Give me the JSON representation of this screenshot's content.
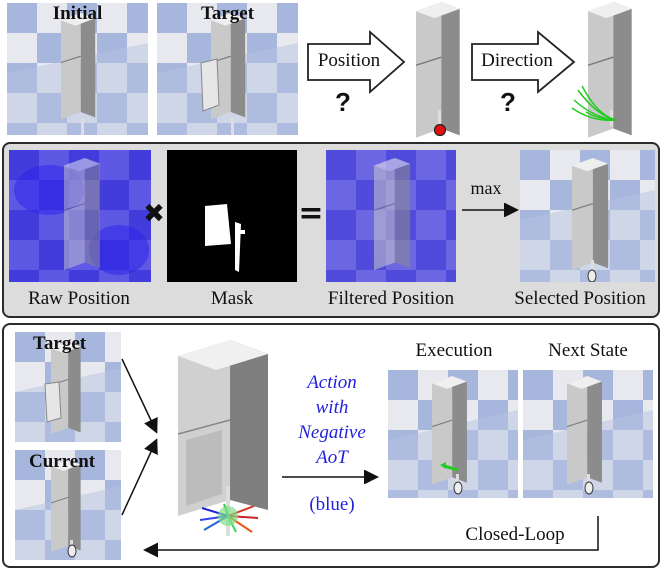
{
  "top_row": {
    "initial_label": "Initial",
    "target_label": "Target",
    "position_label": "Position",
    "direction_label": "Direction",
    "question_mark_1": "?",
    "question_mark_2": "?"
  },
  "middle_panel": {
    "raw_position_label": "Raw Position",
    "mask_label": "Mask",
    "filtered_position_label": "Filtered Position",
    "selected_position_label": "Selected Position",
    "multiply_symbol": "✖",
    "equals_symbol": "=",
    "max_label": "max"
  },
  "bottom_panel": {
    "target_label": "Target",
    "current_label": "Current",
    "action_line1": "Action",
    "action_line2": "with",
    "action_line3": "Negative",
    "action_line4": "AoT",
    "blue_label": "(blue)",
    "execution_label": "Execution",
    "next_state_label": "Next State",
    "closed_loop_label": "Closed-Loop"
  },
  "colors": {
    "floor_light": "#e8e9ee",
    "floor_blue": "#9fb0d8",
    "fridge": "#d9d9d9",
    "mask_white": "#ffffff",
    "heatmap_blue": "#3b33e0",
    "action_blue": "#2222dd",
    "marker_red": "#e01010",
    "arrow_green": "#22cc22"
  }
}
